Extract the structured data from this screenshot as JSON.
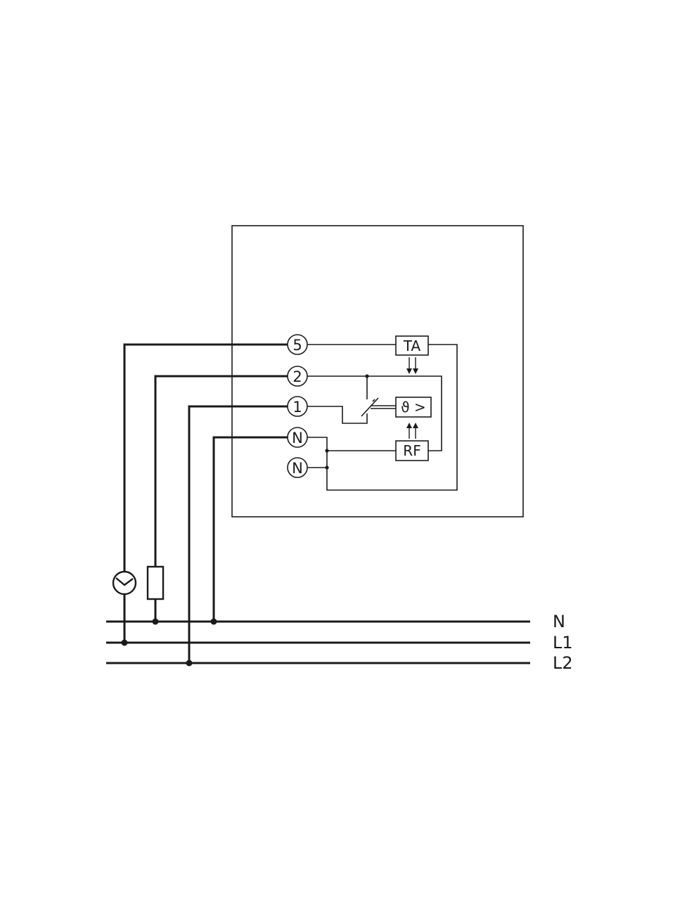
{
  "terminals": {
    "t5": "5",
    "t2": "2",
    "t1": "1",
    "tN1": "N",
    "tN2": "N"
  },
  "blocks": {
    "ta": "TA",
    "thermostat": "ϑ >",
    "rf": "RF"
  },
  "buses": {
    "n": "N",
    "l1": "L1",
    "l2": "L2"
  }
}
